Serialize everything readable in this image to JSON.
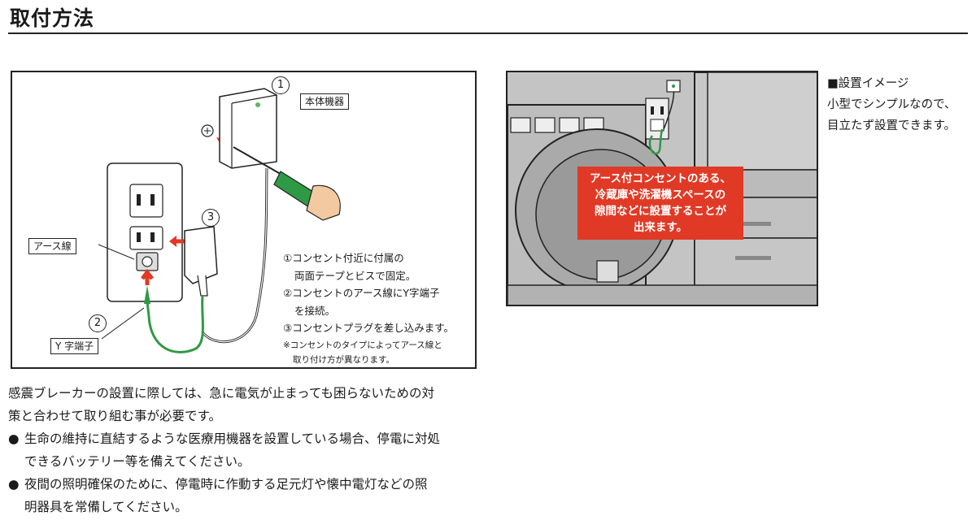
{
  "header": {
    "title": "取付方法"
  },
  "diagram": {
    "labels": {
      "main_unit": "本体機器",
      "earth_wire": "アース線",
      "y_terminal": "Y 字端子",
      "num1": "1",
      "num2": "2",
      "num3": "3"
    },
    "steps": [
      "①コンセント付近に付属の",
      "両面テープとビスで固定。",
      "②コンセントのアース線にY字端子",
      "を接続。",
      "③コンセントプラグを差し込みます。"
    ],
    "note_lines": [
      "※コンセントのタイプによってアース線と",
      "取り付け方が異なります。"
    ]
  },
  "body": {
    "intro_lines": [
      "感震ブレーカーの設置に際しては、急に電気が止まっても困らないための対",
      "策と合わせて取り組む事が必要です。"
    ],
    "bullet_mark": "●",
    "bullets": [
      {
        "lines": [
          "生命の維持に直結するような医療用機器を設置している場合、停電に対処",
          "できるバッテリー等を備えてください。"
        ]
      },
      {
        "lines": [
          "夜間の照明確保のために、停電時に作動する足元灯や懐中電灯などの照",
          "明器具を常備してください。"
        ]
      }
    ]
  },
  "scene": {
    "callout_lines": [
      "アース付コンセントのある、",
      "冷蔵庫や洗濯機スペースの",
      "隙間などに設置することが",
      "出来ます。"
    ]
  },
  "caption": {
    "lines": [
      "■設置イメージ",
      "小型でシンプルなので、",
      "目立たず設置できます。"
    ]
  },
  "colors": {
    "accent_red": "#e03a26",
    "wire_green": "#2f9a45",
    "border": "#222222"
  }
}
